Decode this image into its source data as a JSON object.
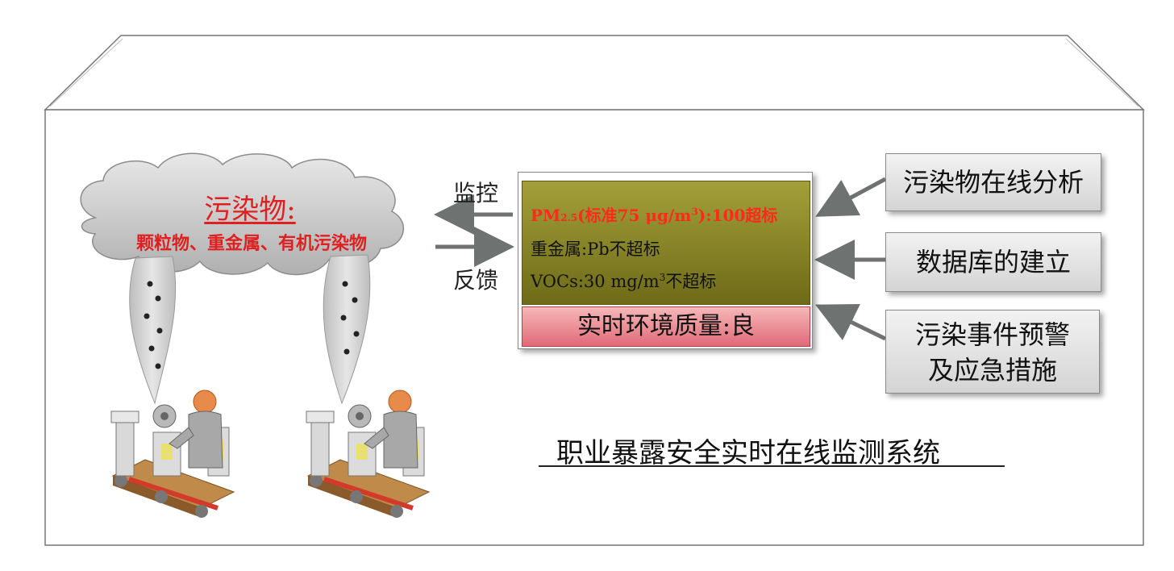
{
  "cloud": {
    "title": "污染物:",
    "subtitle": "颗粒物、重金属、有机污染物"
  },
  "arrows": {
    "monitor_label": "监控",
    "feedback_label": "反馈"
  },
  "monitor": {
    "pm_prefix": "PM",
    "pm_sub": "2.5",
    "pm_mid": "(标准75 μg/m",
    "pm_sup": "3",
    "pm_suffix": "):100超标",
    "metal_line": "重金属:Pb不超标",
    "voc_prefix": "VOCs:30 mg/m",
    "voc_sup": "3",
    "voc_suffix": "不超标",
    "quality": "实时环境质量:良"
  },
  "functions": {
    "online_analysis": "污染物在线分析",
    "database": "数据库的建立",
    "warning_line1": "污染事件预警",
    "warning_line2": "及应急措施"
  },
  "system_title": "职业暴露安全实时在线监测系统",
  "colors": {
    "red_text": "#e02020",
    "olive_panel": "#8a8628",
    "pink_panel": "#e88a94",
    "gray_box": "#e0e0e0"
  }
}
